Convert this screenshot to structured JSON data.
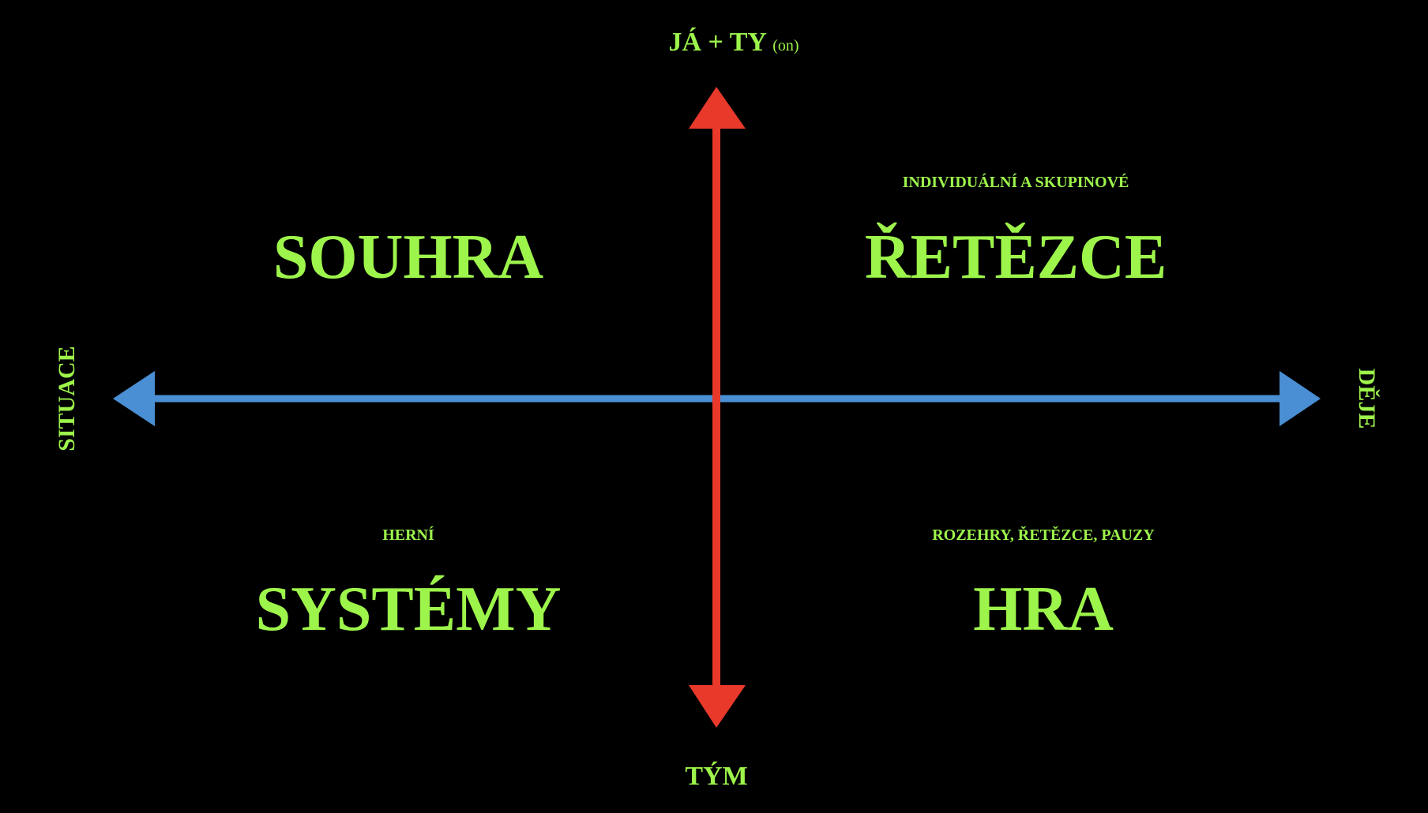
{
  "colors": {
    "text": "#9df44b",
    "vertical_axis": "#e8392b",
    "horizontal_axis": "#4a8fd4",
    "background": "#000000"
  },
  "axes": {
    "top": "JÁ + TY",
    "top_note": "(on)",
    "bottom": "TÝM",
    "left": "SITUACE",
    "right": "DĚJE"
  },
  "quadrants": {
    "top_left": {
      "subtitle": "",
      "title": "SOUHRA"
    },
    "top_right": {
      "subtitle": "INDIVIDUÁLNÍ A SKUPINOVÉ",
      "title": "ŘETĚZCE"
    },
    "bottom_left": {
      "subtitle": "HERNÍ",
      "title": "SYSTÉMY"
    },
    "bottom_right": {
      "subtitle": "ROZEHRY, ŘETĚZCE, PAUZY",
      "title": "HRA"
    }
  }
}
